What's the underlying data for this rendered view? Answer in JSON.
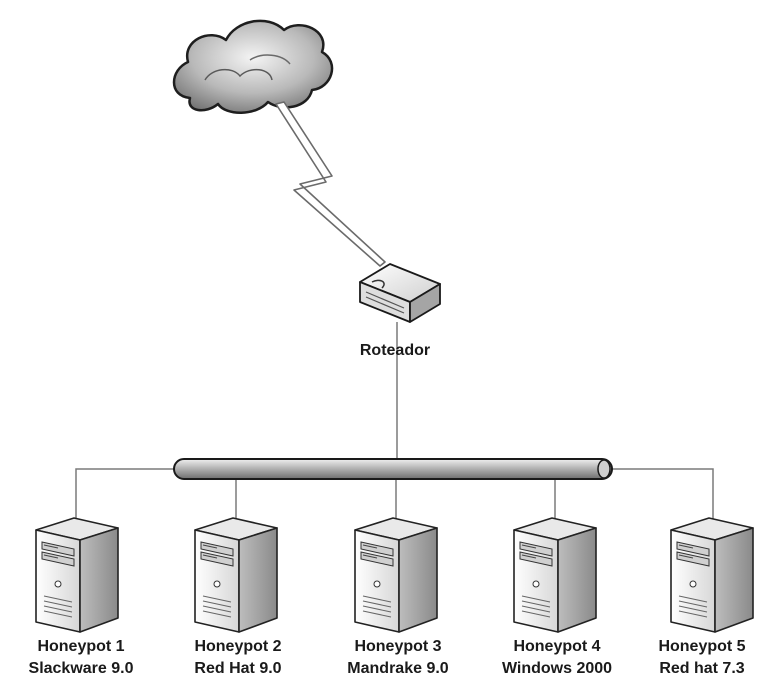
{
  "router": {
    "label": "Roteador",
    "icon": "router-icon"
  },
  "cloud": {
    "icon": "cloud-icon"
  },
  "honeypots": [
    {
      "name": "Honeypot 1",
      "os": "Slackware 9.0"
    },
    {
      "name": "Honeypot 2",
      "os": "Red Hat 9.0"
    },
    {
      "name": "Honeypot 3",
      "os": "Mandrake 9.0"
    },
    {
      "name": "Honeypot 4",
      "os": "Windows 2000"
    },
    {
      "name": "Honeypot 5",
      "os": "Red hat 7.3"
    }
  ],
  "colors": {
    "line": "#7a7a7a",
    "shadow": "#555555",
    "bus": "#a8a8a8"
  }
}
